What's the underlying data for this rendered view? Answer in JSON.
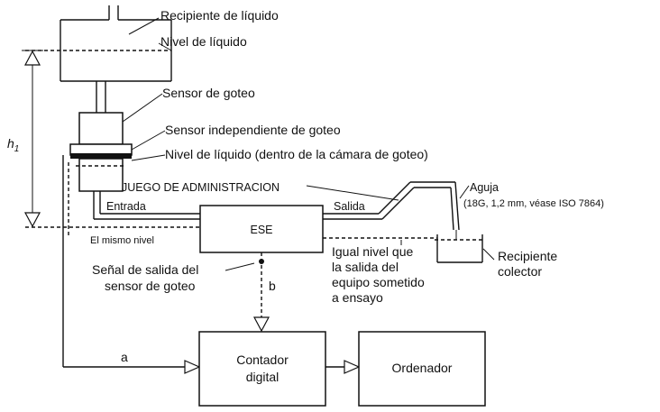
{
  "labels": {
    "liquid_container": "Recipiente de líquido",
    "liquid_level": "Nivel de líquido",
    "drop_sensor": "Sensor de goteo",
    "independent_drop_sensor": "Sensor independiente de goteo",
    "liquid_level_chamber": "Nivel de líquido (dentro de la cámara de goteo)",
    "h1_main": "h",
    "h1_sub": "1",
    "admin_set": "JUEGO DE ADMINISTRACION",
    "needle": "Aguja",
    "needle_spec": "(18G, 1,2 mm, véase ISO 7864)",
    "inlet": "Entrada",
    "outlet": "Salida",
    "same_level": "El mismo nivel",
    "equal_level_lines": [
      "Igual nivel que",
      "la salida del",
      "equipo sometido",
      "a ensayo"
    ],
    "collector_lines": [
      "Recipiente",
      "colector"
    ],
    "signal_lines": [
      "Señal de salida del",
      "sensor de goteo"
    ],
    "signal_a": "a",
    "signal_b": "b"
  },
  "boxes": {
    "ese": "ESE",
    "counter_lines": [
      "Contador",
      "digital"
    ],
    "computer": "Ordenador"
  }
}
